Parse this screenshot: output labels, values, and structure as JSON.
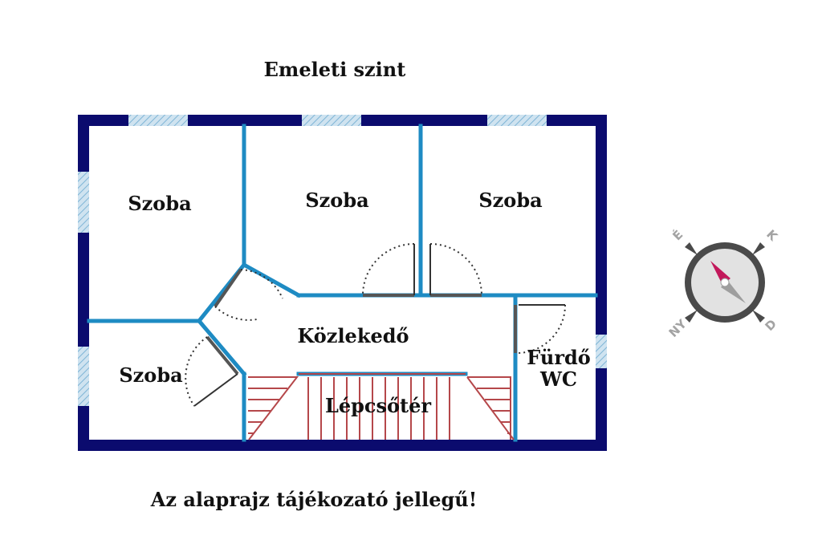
{
  "title": "Emeleti szint",
  "disclaimer": "Az alaprajz tájékozató jellegű!",
  "rooms": {
    "room_top_left": "Szoba",
    "room_top_middle": "Szoba",
    "room_top_right": "Szoba",
    "room_bottom_left": "Szoba",
    "hallway": "Közlekedő",
    "staircase": "Lépcsőtér",
    "bathroom_line1": "Fürdő",
    "bathroom_line2": "WC"
  },
  "compass": {
    "north": "É",
    "east": "K",
    "south": "D",
    "west": "NY"
  },
  "colors": {
    "outer_wall": "#0b0b6e",
    "inner_wall": "#1e8bc3",
    "window": "#a9cfe6",
    "stairs": "#b5474a",
    "door_swing": "#333333",
    "compass_ring": "#4a4a4a",
    "compass_face": "#e2e2e2",
    "needle_north": "#c2185b",
    "needle_south": "#9e9e9e"
  }
}
